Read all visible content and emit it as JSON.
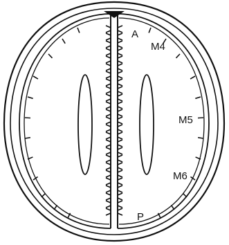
{
  "labels": {
    "anterior": "A",
    "posterior": "P",
    "m4": "M4",
    "m5": "M5",
    "m6": "M6"
  },
  "colors": {
    "line": "#111111",
    "background": "#ffffff"
  }
}
